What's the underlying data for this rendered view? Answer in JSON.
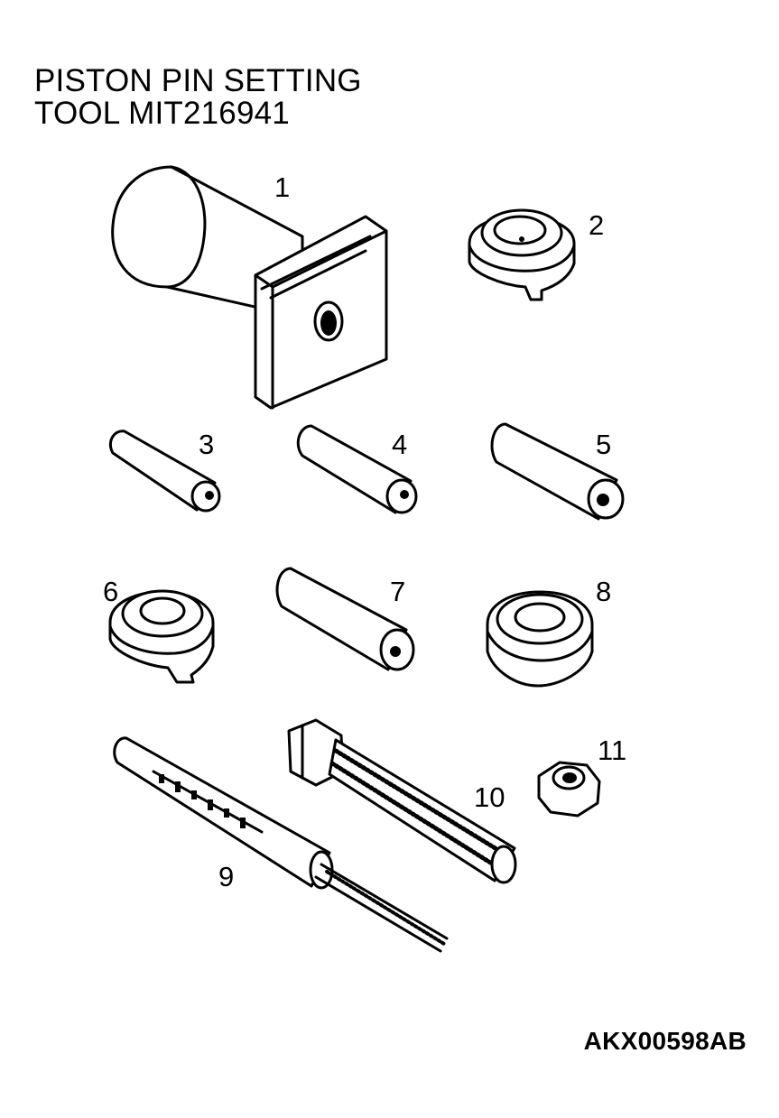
{
  "title": {
    "line1": "PISTON PIN SETTING",
    "line2": "TOOL MIT216941"
  },
  "image_code": "AKX00598AB",
  "parts": [
    {
      "id": "part-1",
      "label": "1"
    },
    {
      "id": "part-2",
      "label": "2"
    },
    {
      "id": "part-3",
      "label": "3"
    },
    {
      "id": "part-4",
      "label": "4"
    },
    {
      "id": "part-5",
      "label": "5"
    },
    {
      "id": "part-6",
      "label": "6"
    },
    {
      "id": "part-7",
      "label": "7"
    },
    {
      "id": "part-8",
      "label": "8"
    },
    {
      "id": "part-9",
      "label": "9"
    },
    {
      "id": "part-10",
      "label": "10"
    },
    {
      "id": "part-11",
      "label": "11"
    }
  ]
}
